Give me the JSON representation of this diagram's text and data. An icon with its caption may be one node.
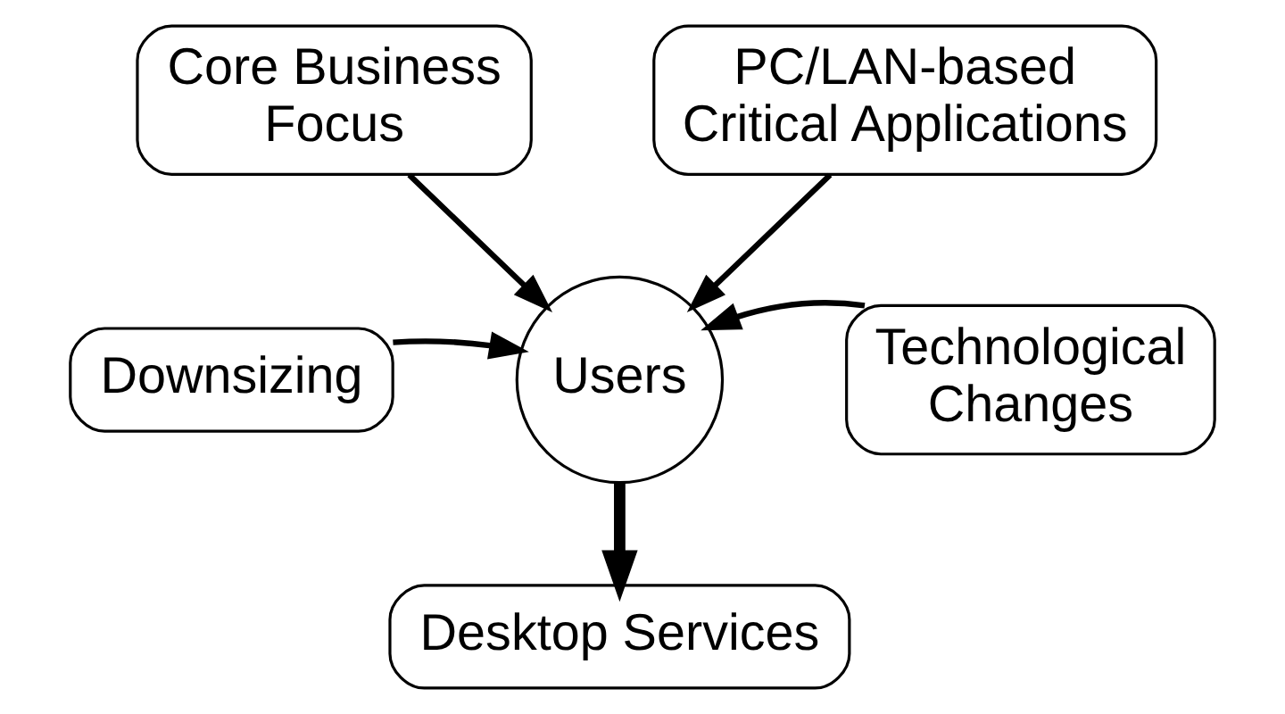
{
  "diagram": {
    "nodes": [
      {
        "text": [
          "Core Business Focus"
        ]
      },
      {
        "text": [
          "PC/LAN-based Critical Applications"
        ]
      },
      {
        "text": [
          "Downsizing"
        ]
      },
      {
        "text": [
          "Users"
        ]
      },
      {
        "text": [
          "Technological Changes"
        ]
      },
      {
        "text": [
          "Desktop Services"
        ]
      }
    ],
    "edges": [
      {
        "from": 0,
        "to": 3,
        "arrow": "to"
      },
      {
        "from": 1,
        "to": 3,
        "arrow": "to"
      },
      {
        "from": 2,
        "to": 3,
        "arrow": "to"
      },
      {
        "from": 4,
        "to": 3,
        "arrow": "to"
      },
      {
        "from": 3,
        "to": 5,
        "arrow": "to",
        "style": "thick"
      }
    ]
  }
}
